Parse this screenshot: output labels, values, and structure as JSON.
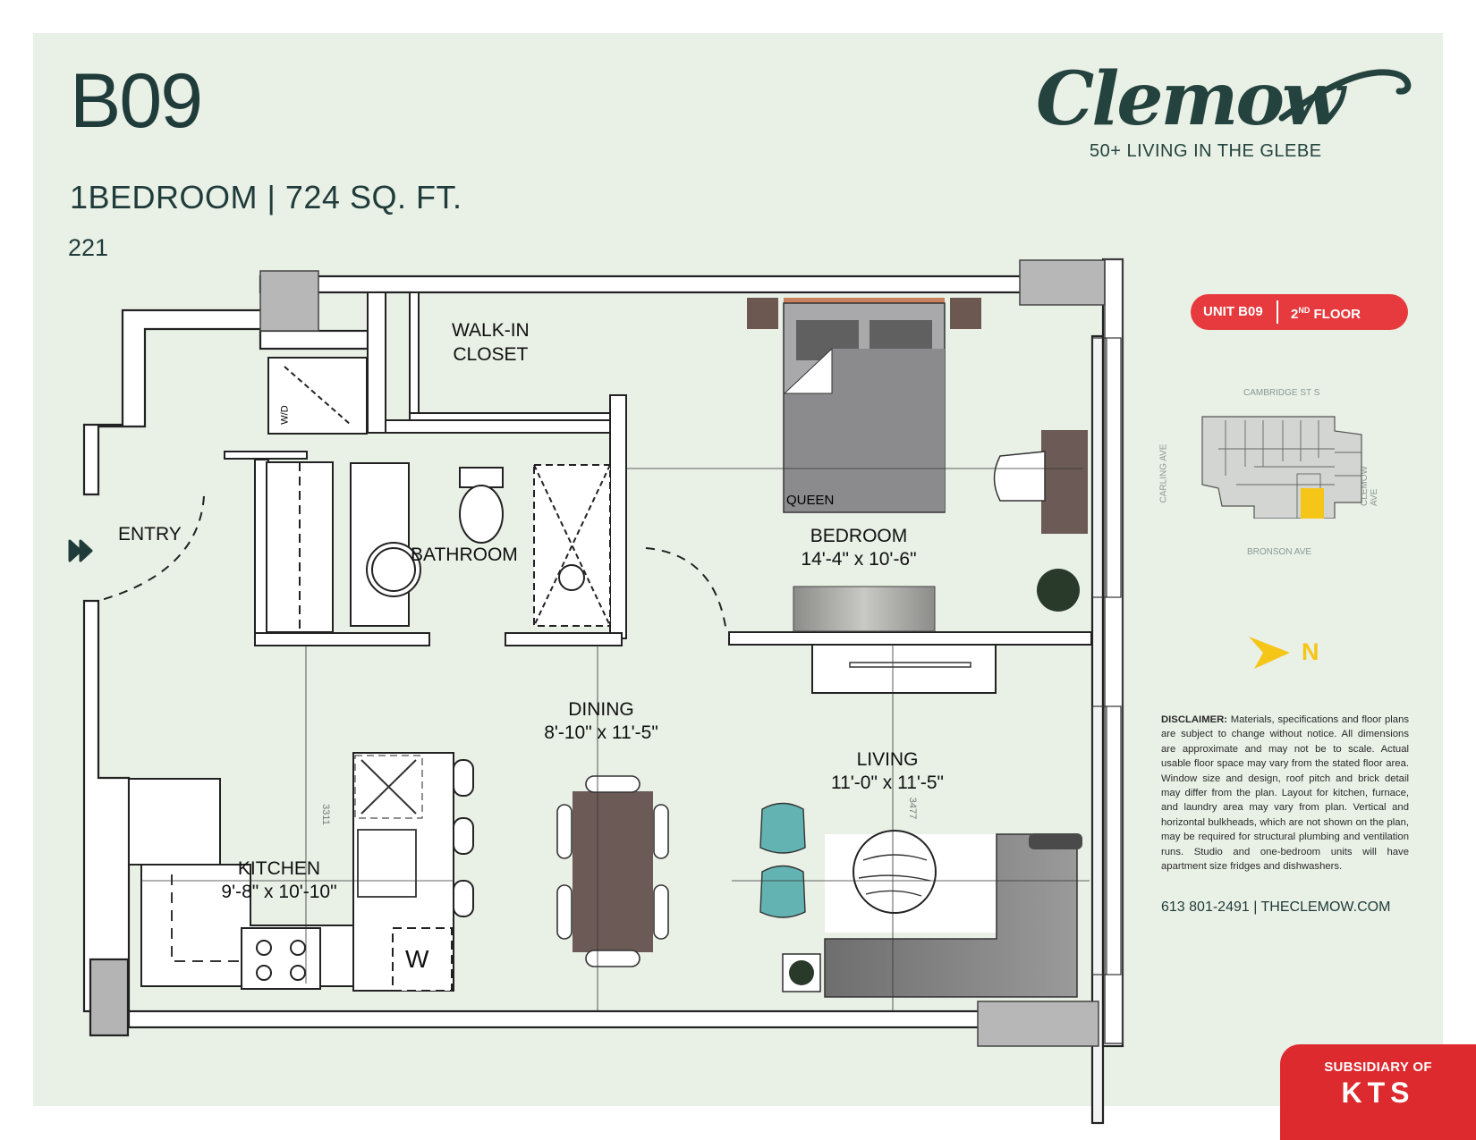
{
  "header": {
    "unit_code": "B09",
    "subtitle": "1BEDROOM | 724 SQ. FT.",
    "unit_number": "221"
  },
  "brand": {
    "logo_text": "Clemow",
    "tagline": "50+ LIVING IN THE GLEBE",
    "accent_color": "#e63a3e",
    "primary_color": "#1f3b3a"
  },
  "badge": {
    "unit": "UNIT B09",
    "floor_number": "2",
    "floor_suffix": "ND",
    "floor_word": "FLOOR"
  },
  "site_plan": {
    "streets": {
      "top": "CAMBRIDGE ST S",
      "bottom": "BRONSON AVE",
      "left": "CARLING AVE",
      "right": "CLEMOW AVE"
    },
    "highlight_color": "#f5c518",
    "north_label": "N"
  },
  "rooms": {
    "walkin": "WALK-IN\nCLOSET",
    "wd": "W/D",
    "entry": "ENTRY",
    "bathroom": "BATHROOM",
    "bed_label": "QUEEN",
    "bedroom_name": "BEDROOM",
    "bedroom_dim": "14'-4\" x 10'-6\"",
    "dining_name": "DINING",
    "dining_dim": "8'-10\" x 11'-5\"",
    "living_name": "LIVING",
    "living_dim": "11'-0\" x 11'-5\"",
    "kitchen_name": "KITCHEN",
    "kitchen_dim": "9'-8\" x 10'-10\"",
    "washer": "W",
    "dim_kitchen": "3311",
    "dim_living": "3477"
  },
  "disclaimer": {
    "label": "DISCLAIMER:",
    "text": "Materials, specifications and floor plans are subject to change without notice. All dimensions are approximate and may not be to scale. Actual usable floor space may vary from the stated floor area. Window size and design, roof pitch and brick detail may differ from the plan. Layout for kitchen, furnace, and laundry area may vary from plan. Vertical and horizontal bulkheads, which are not shown on the plan, may be required for structural plumbing and ventilation runs. Studio and one-bedroom units will have apartment size fridges and dishwashers."
  },
  "contact": "613 801-2491 | THECLEMOW.COM",
  "footer": {
    "line1": "SUBSIDIARY OF",
    "line2": "KTS"
  }
}
